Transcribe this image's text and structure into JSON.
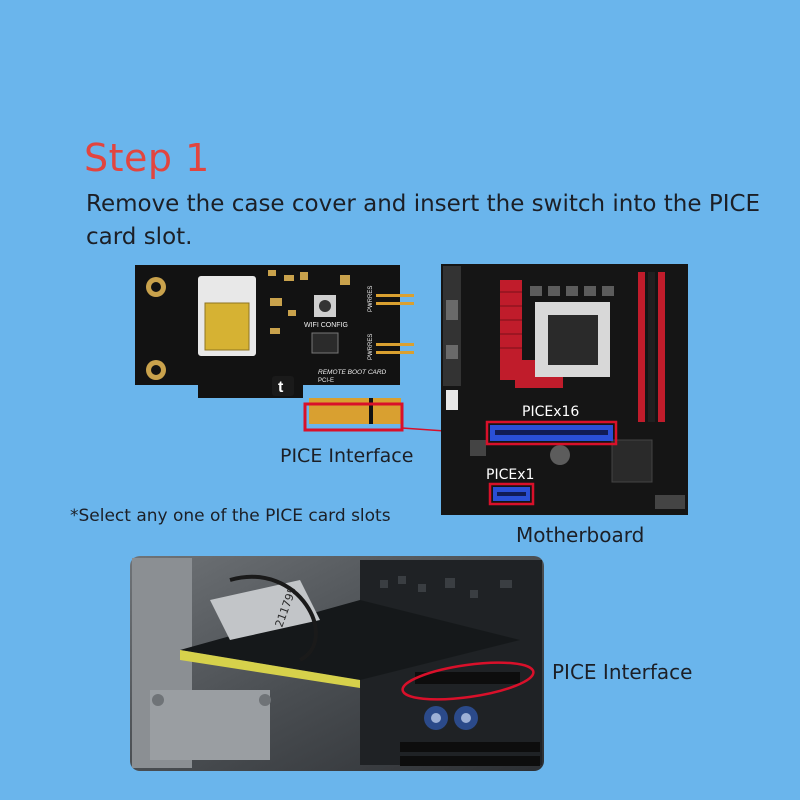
{
  "step": {
    "title": "Step 1",
    "instruction": "Remove the case cover and insert the switch into the PICE card slot."
  },
  "card": {
    "silkscreen_wifi": "WIFI CONFIG",
    "silkscreen_name": "REMOTE BOOT CARD",
    "silkscreen_model": "PCI-E",
    "silkscreen_pwr_top": "PWRRES",
    "silkscreen_pwr_bottom": "PWRRES",
    "logo_letter": "t",
    "interface_label": "PICE Interface"
  },
  "motherboard": {
    "slot_x16_label": "PICEx16",
    "slot_x1_label": "PICEx1",
    "caption": "Motherboard"
  },
  "note": "*Select any one of the PICE card slots",
  "photo": {
    "chip_text": "211795",
    "interface_label": "PICE Interface"
  },
  "colors": {
    "background": "#6ab5ec",
    "accent_red": "#e2453f",
    "highlight_red": "#d9102a",
    "slot_blue": "#2a4fd6",
    "pcb_black": "#121212",
    "gold": "#d9a030"
  }
}
